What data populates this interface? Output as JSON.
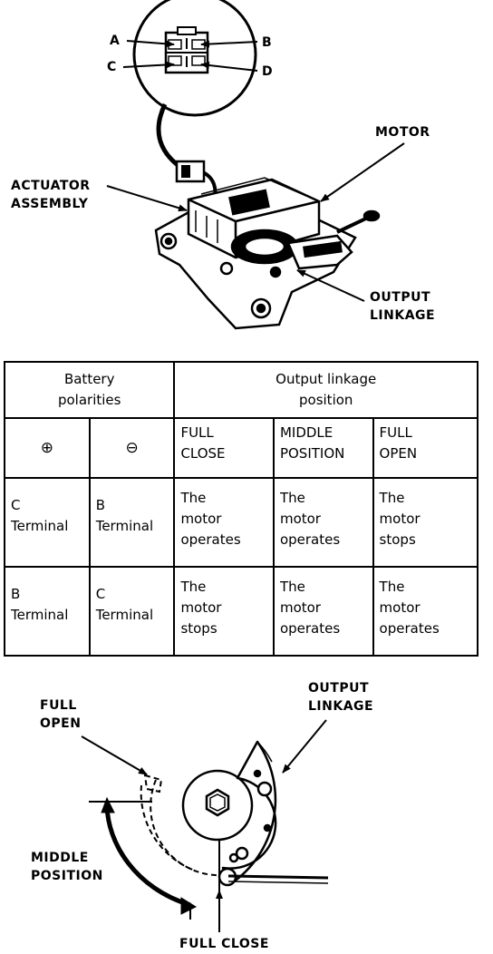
{
  "top_diagram": {
    "terminals": [
      "A",
      "B",
      "C",
      "D"
    ],
    "labels": {
      "motor": "MOTOR",
      "actuator": [
        "ACTUATOR",
        "ASSEMBLY"
      ],
      "output_linkage": [
        "OUTPUT",
        "LINKAGE"
      ]
    }
  },
  "table": {
    "header_battery": [
      "Battery",
      "polarities"
    ],
    "header_output": [
      "Output linkage",
      "position"
    ],
    "polarity_symbols": [
      "⊕",
      "⊖"
    ],
    "positions": [
      [
        "FULL",
        "CLOSE"
      ],
      [
        "MIDDLE",
        "POSITION"
      ],
      [
        "FULL",
        "OPEN"
      ]
    ],
    "rows": [
      {
        "plus": [
          "C",
          "Terminal"
        ],
        "minus": [
          "B",
          "Terminal"
        ],
        "cells": [
          [
            "The",
            "motor",
            "operates"
          ],
          [
            "The",
            "motor",
            "operates"
          ],
          [
            "The",
            "motor",
            "stops"
          ]
        ]
      },
      {
        "plus": [
          "B",
          "Terminal"
        ],
        "minus": [
          "C",
          "Terminal"
        ],
        "cells": [
          [
            "The",
            "motor",
            "stops"
          ],
          [
            "The",
            "motor",
            "operates"
          ],
          [
            "The",
            "motor",
            "operates"
          ]
        ]
      }
    ]
  },
  "bottom_diagram": {
    "output_linkage": [
      "OUTPUT",
      "LINKAGE"
    ],
    "full_open": [
      "FULL",
      "OPEN"
    ],
    "middle_position": [
      "MIDDLE",
      "POSITION"
    ],
    "full_close": "FULL CLOSE"
  }
}
